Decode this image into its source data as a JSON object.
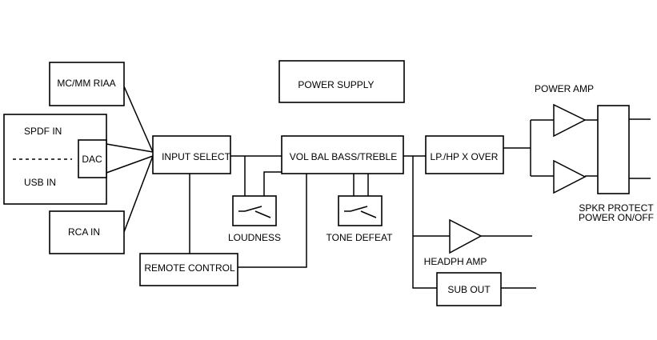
{
  "blocks": {
    "mc_mm_riaa": "MC/MM RIAA",
    "spdf_in": "SPDF IN",
    "usb_in": "USB IN",
    "dac": "DAC",
    "rca_in": "RCA IN",
    "input_select": "INPUT SELECT",
    "power_supply": "POWER SUPPLY",
    "vol_bal": "VOL BAL BASS/TREBLE",
    "lp_hp": "LP./HP X OVER",
    "remote_control": "REMOTE CONTROL",
    "sub_out": "SUB OUT"
  },
  "labels": {
    "loudness": "LOUDNESS",
    "tone_defeat": "TONE DEFEAT",
    "headph_amp": "HEADPH AMP",
    "power_amp": "POWER AMP",
    "spkr_protect": "SPKR PROTECT",
    "power_on_off": "POWER ON/OFF"
  }
}
